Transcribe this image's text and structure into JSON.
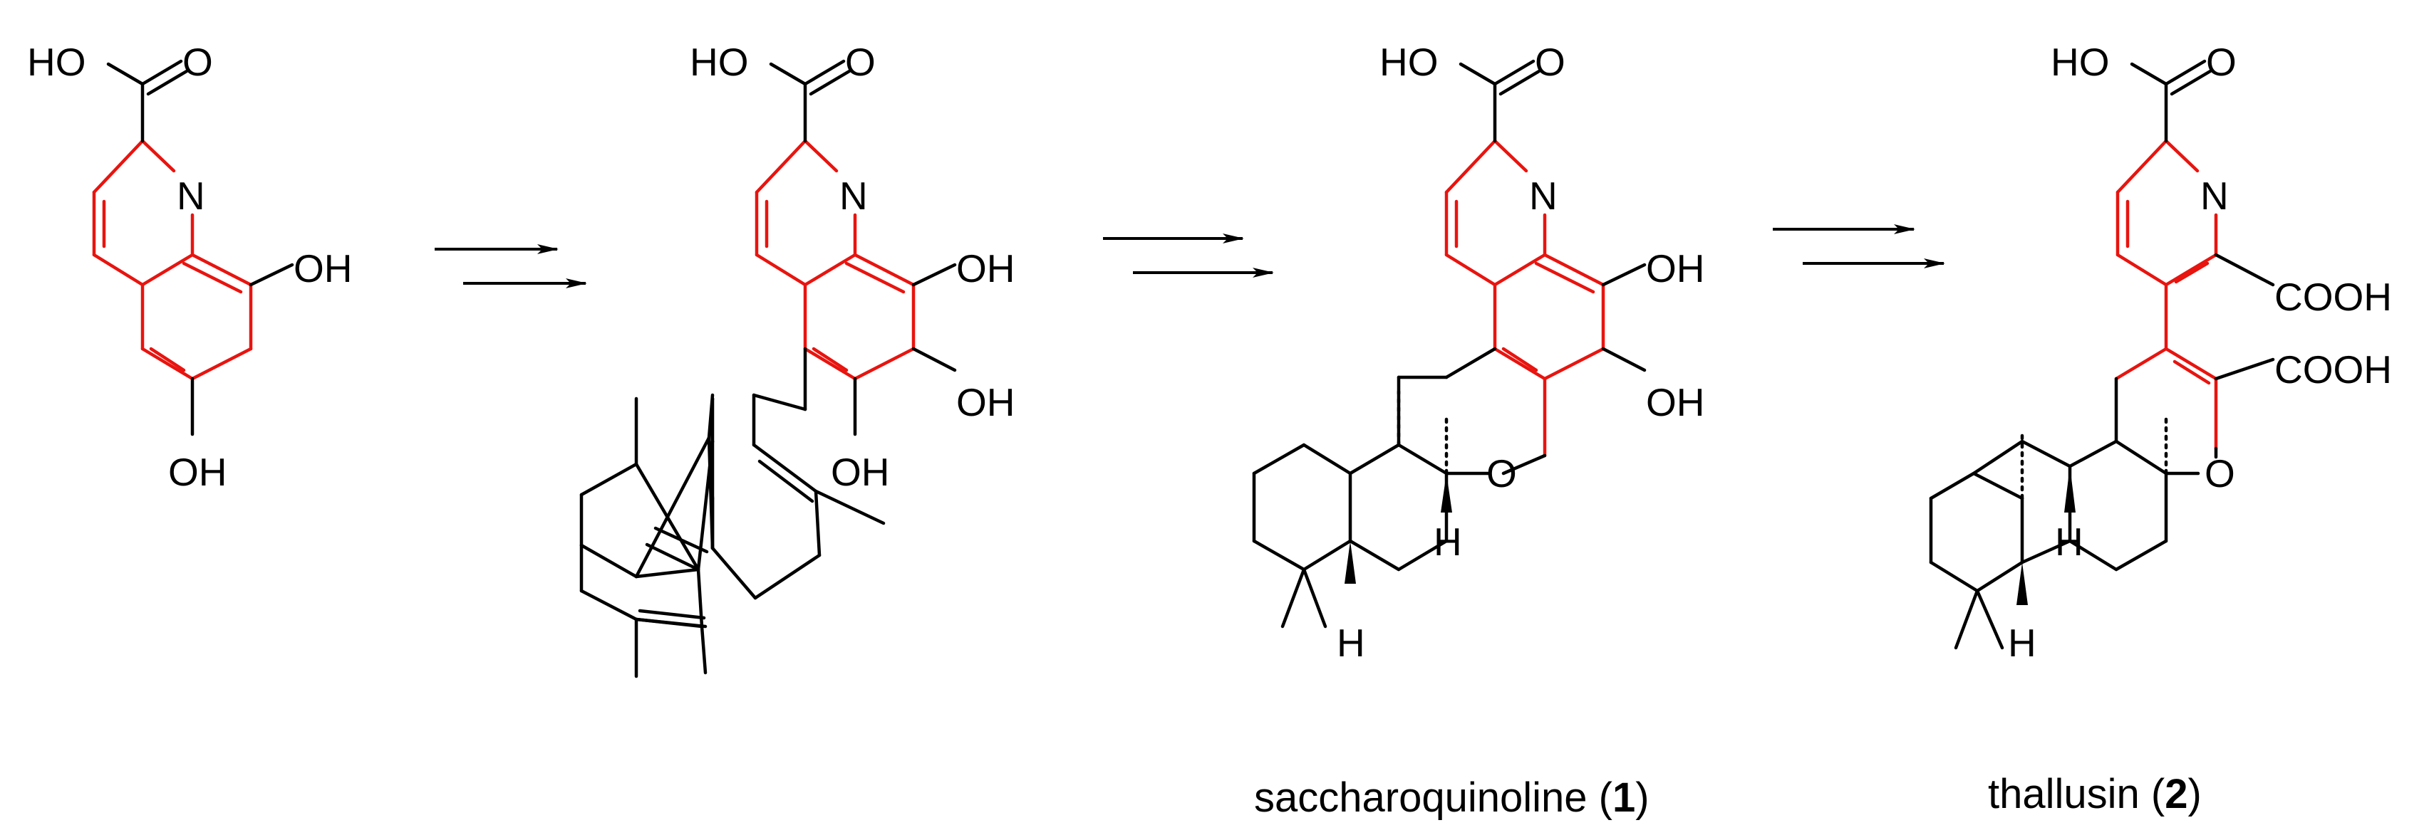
{
  "colors": {
    "highlight": "#e8140f",
    "bond": "#000000",
    "background": "#ffffff"
  },
  "atoms": {
    "HO": "HO",
    "O": "O",
    "N": "N",
    "OH": "OH",
    "H": "H",
    "COOH": "COOH"
  },
  "compounds": [
    {
      "id": "dihydroxyquinoline-carboxylic-acid",
      "caption": ""
    },
    {
      "id": "prenylated-trihydroxyquinoline",
      "caption": ""
    },
    {
      "id": "saccharoquinoline",
      "caption": {
        "name": "saccharoquinoline",
        "open": " (",
        "number": "1",
        "close": ")"
      }
    },
    {
      "id": "thallusin",
      "caption": {
        "name": "thallusin",
        "open": " (",
        "number": "2",
        "close": ")"
      }
    }
  ],
  "arrows": [
    {
      "from": "dihydroxyquinoline-carboxylic-acid",
      "to": "prenylated-trihydroxyquinoline",
      "style": "double-multistep"
    },
    {
      "from": "prenylated-trihydroxyquinoline",
      "to": "saccharoquinoline",
      "style": "double-multistep"
    },
    {
      "from": "saccharoquinoline",
      "to": "thallusin",
      "style": "double-multistep"
    }
  ]
}
